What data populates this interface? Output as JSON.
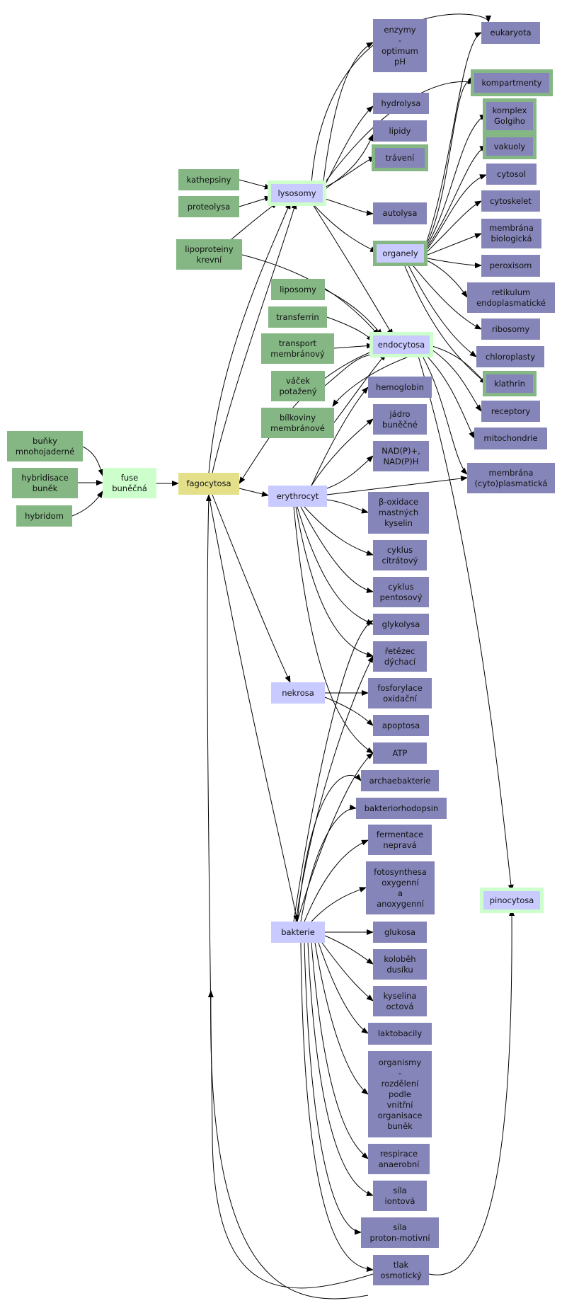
{
  "nodes": {
    "enzymy": "enzymy\n-\noptimum\npH",
    "eukaryota": "eukaryota",
    "kompartmenty": "kompartmenty",
    "hydrolysa": "hydrolysa",
    "komplex_golgiho": "komplex\nGolgiho",
    "lipidy": "lipidy",
    "vakuoly": "vakuoly",
    "traveni": "trávení",
    "cytosol": "cytosol",
    "kathepsiny": "kathepsiny",
    "lysosomy": "lysosomy",
    "proteolysa": "proteolysa",
    "cytoskelet": "cytoskelet",
    "autolysa": "autolysa",
    "membrana_biologicka": "membrána\nbiologická",
    "lipoproteiny": "lipoproteiny\nkrevní",
    "organely": "organely",
    "peroxisom": "peroxisom",
    "retikulum": "retikulum\nendoplasmatické",
    "liposomy": "liposomy",
    "ribosomy": "ribosomy",
    "transferrin": "transferrin",
    "transport": "transport\nmembránový",
    "endocytosa": "endocytosa",
    "chloroplasty": "chloroplasty",
    "klathrin": "klathrin",
    "vacek": "váček\npotažený",
    "hemoglobin": "hemoglobin",
    "receptory": "receptory",
    "bilkoviny": "bílkoviny\nmembránové",
    "jadro": "jádro\nbuněčné",
    "mitochondrie": "mitochondrie",
    "bunky": "buňky\nmnohojaderné",
    "nadp": "NAD(P)+,\nNAD(P)H",
    "membrana_cyto": "membrána\n(cyto)plasmatická",
    "hybridisace": "hybridisace\nbuněk",
    "fuse": "fuse\nbuněčná",
    "fagocytosa": "fagocytosa",
    "erythrocyt": "erythrocyt",
    "hybridom": "hybridom",
    "beta_oxidace": "β-oxidace\nmastných\nkyselin",
    "cyklus_citratovy": "cyklus\ncitrátový",
    "cyklus_pentosovy": "cyklus\npentosový",
    "glykolysa": "glykolysa",
    "retezec": "řetězec\ndýchací",
    "nekrosa": "nekrosa",
    "fosforylace": "fosforylace\noxidační",
    "apoptosa": "apoptosa",
    "atp": "ATP",
    "archaebakterie": "archaebakterie",
    "bakteriorhodopsin": "bakteriorhodopsin",
    "fermentace": "fermentace\nnepravá",
    "fotosynthesa": "fotosynthesa\noxygenní\na\nanoxygenní",
    "pinocytosa": "pinocytosa",
    "bakterie": "bakterie",
    "glukosa": "glukosa",
    "kolobeh": "koloběh\ndusíku",
    "kyselina": "kyselina\noctová",
    "laktobacily": "laktobacily",
    "organismy": "organismy\n-\nrozdělení\npodle\nvnitřní\norganisace\nbuněk",
    "respirace": "respirace\nanaerobní",
    "sila_iontova": "síla\niontová",
    "sila_proton": "síla\nproton-motivní",
    "tlak": "tlak\nosmotický"
  },
  "colors": {
    "purple": "#8585b9",
    "green": "#84b784",
    "lavender": "#c9caff",
    "mint": "#ccffcc",
    "yellow": "#e4e08a",
    "edge": "#000000"
  }
}
